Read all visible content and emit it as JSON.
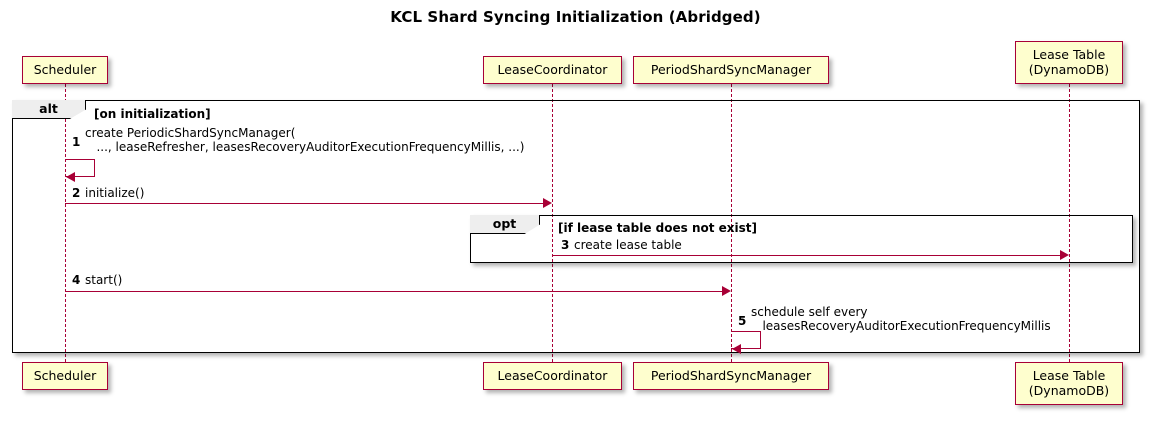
{
  "title": "KCL Shard Syncing Initialization (Abridged)",
  "participants": [
    {
      "id": "scheduler",
      "label": "Scheduler"
    },
    {
      "id": "leasecoord",
      "label": "LeaseCoordinator"
    },
    {
      "id": "psm",
      "label": "PeriodShardSyncManager"
    },
    {
      "id": "leasetable",
      "label": "Lease Table\n(DynamoDB)"
    }
  ],
  "fragments": {
    "alt": {
      "keyword": "alt",
      "condition": "[on initialization]"
    },
    "opt": {
      "keyword": "opt",
      "condition": "[if lease table does not exist]"
    }
  },
  "messages": [
    {
      "number": "1",
      "text": "create PeriodicShardSyncManager(\n   ..., leaseRefresher, leasesRecoveryAuditorExecutionFrequencyMillis, ...)",
      "from": "scheduler",
      "to": "scheduler",
      "kind": "self"
    },
    {
      "number": "2",
      "text": "initialize()",
      "from": "scheduler",
      "to": "leasecoord",
      "kind": "sync"
    },
    {
      "number": "3",
      "text": "create lease table",
      "from": "leasecoord",
      "to": "leasetable",
      "kind": "sync"
    },
    {
      "number": "4",
      "text": "start()",
      "from": "scheduler",
      "to": "psm",
      "kind": "sync"
    },
    {
      "number": "5",
      "text": "schedule self every\n   leasesRecoveryAuditorExecutionFrequencyMillis",
      "from": "psm",
      "to": "psm",
      "kind": "self"
    }
  ],
  "colors": {
    "participant_fill": "#FEFECE",
    "participant_border": "#A80036",
    "arrow": "#A80036",
    "fragment_border": "#000000",
    "fragment_label_fill": "#EEEEEE",
    "background": "#FFFFFF",
    "text": "#000000"
  }
}
